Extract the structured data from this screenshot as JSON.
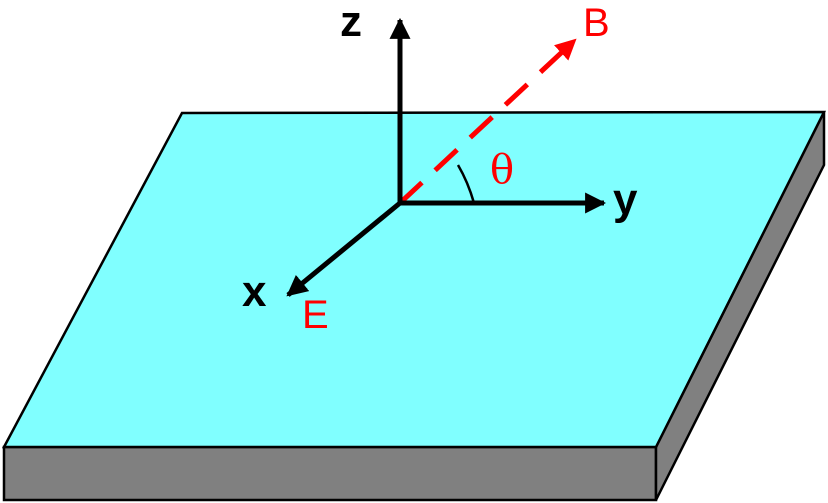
{
  "colors": {
    "slab_top": "#80ffff",
    "slab_side": "#808080",
    "outline": "#000000",
    "axis": "#000000",
    "field": "#ff0000"
  },
  "labels": {
    "z": "z",
    "y": "y",
    "x": "x",
    "B": "B",
    "E": "E",
    "theta": "θ"
  }
}
